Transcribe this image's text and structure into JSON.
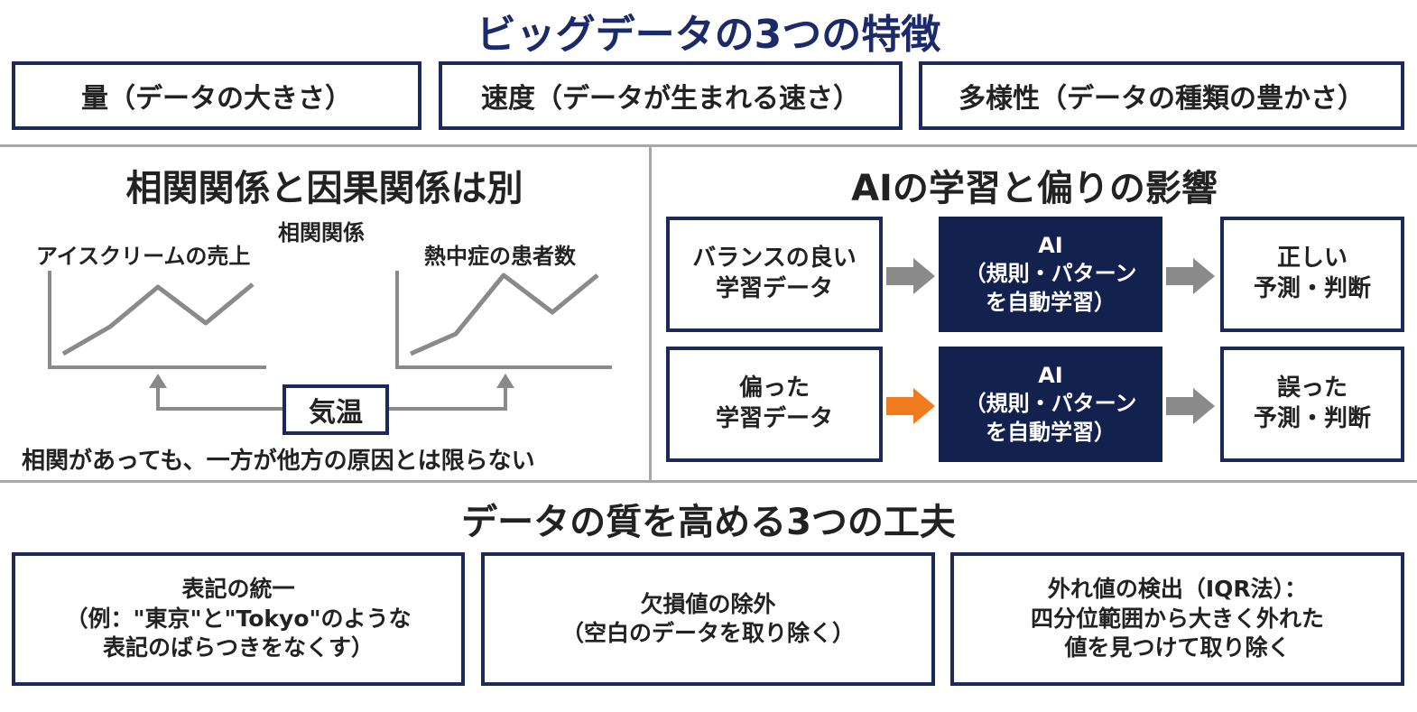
{
  "main_title": "ビッグデータの3つの特徴",
  "features": [
    "量（データの大きさ）",
    "速度（データが生まれる速さ）",
    "多様性（データの種類の豊かさ）"
  ],
  "correlation": {
    "heading": "相関関係と因果関係は別",
    "left_label": "アイスクリームの売上",
    "center_label": "相関関係",
    "right_label": "熱中症の患者数",
    "cause_label": "気温",
    "caption": "相関があっても、一方が他方の原因とは限らない"
  },
  "ai_bias": {
    "heading": "AIの学習と偏りの影響",
    "rows": [
      {
        "input": "バランスの良い\n学習データ",
        "ai": "AI\n（規則・パターン\nを自動学習）",
        "output": "正しい\n予測・判断",
        "arrow_color": "#8a8a8a"
      },
      {
        "input": "偏った\n学習データ",
        "ai": "AI\n（規則・パターン\nを自動学習）",
        "output": "誤った\n予測・判断",
        "arrow_color": "#f07a1e"
      }
    ]
  },
  "quality": {
    "heading": "データの質を高める3つの工夫",
    "items": [
      "表記の統一\n（例：\"東京\"と\"Tokyo\"のような\n表記のばらつきをなくす）",
      "欠損値の除外\n（空白のデータを取り除く）",
      "外れ値の検出（IQR法）：\n四分位範囲から大きく外れた\n値を見つけて取り除く"
    ]
  },
  "colors": {
    "navy": "#13214f",
    "gray": "#8a8a8a",
    "orange": "#f07a1e"
  }
}
